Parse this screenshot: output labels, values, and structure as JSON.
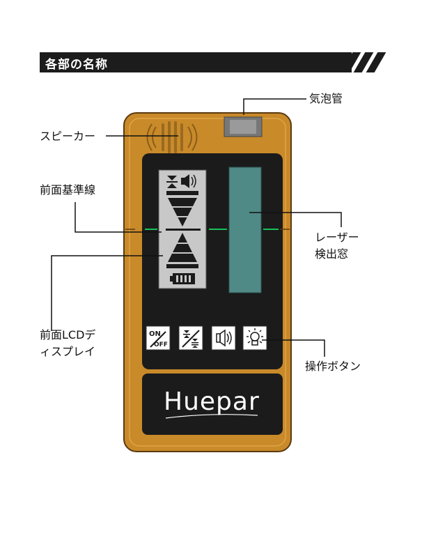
{
  "section": {
    "title": "各部の名称"
  },
  "labels": {
    "bubble_vial": "気泡管",
    "speaker": "スピーカー",
    "front_reference_line": "前面基準線",
    "laser_window_line1": "レーザー",
    "laser_window_line2": "検出窓",
    "front_lcd_line1": "前面LCDデ",
    "front_lcd_line2": "ィスプレイ",
    "buttons": "操作ボタン"
  },
  "device": {
    "brand": "Huepar",
    "button_on": "ON",
    "button_off": "OFF",
    "body_color": "#c98a2a",
    "screen_color": "#1b1b1b",
    "window_color": "#4f8a86",
    "laser_color": "#18c25a"
  }
}
